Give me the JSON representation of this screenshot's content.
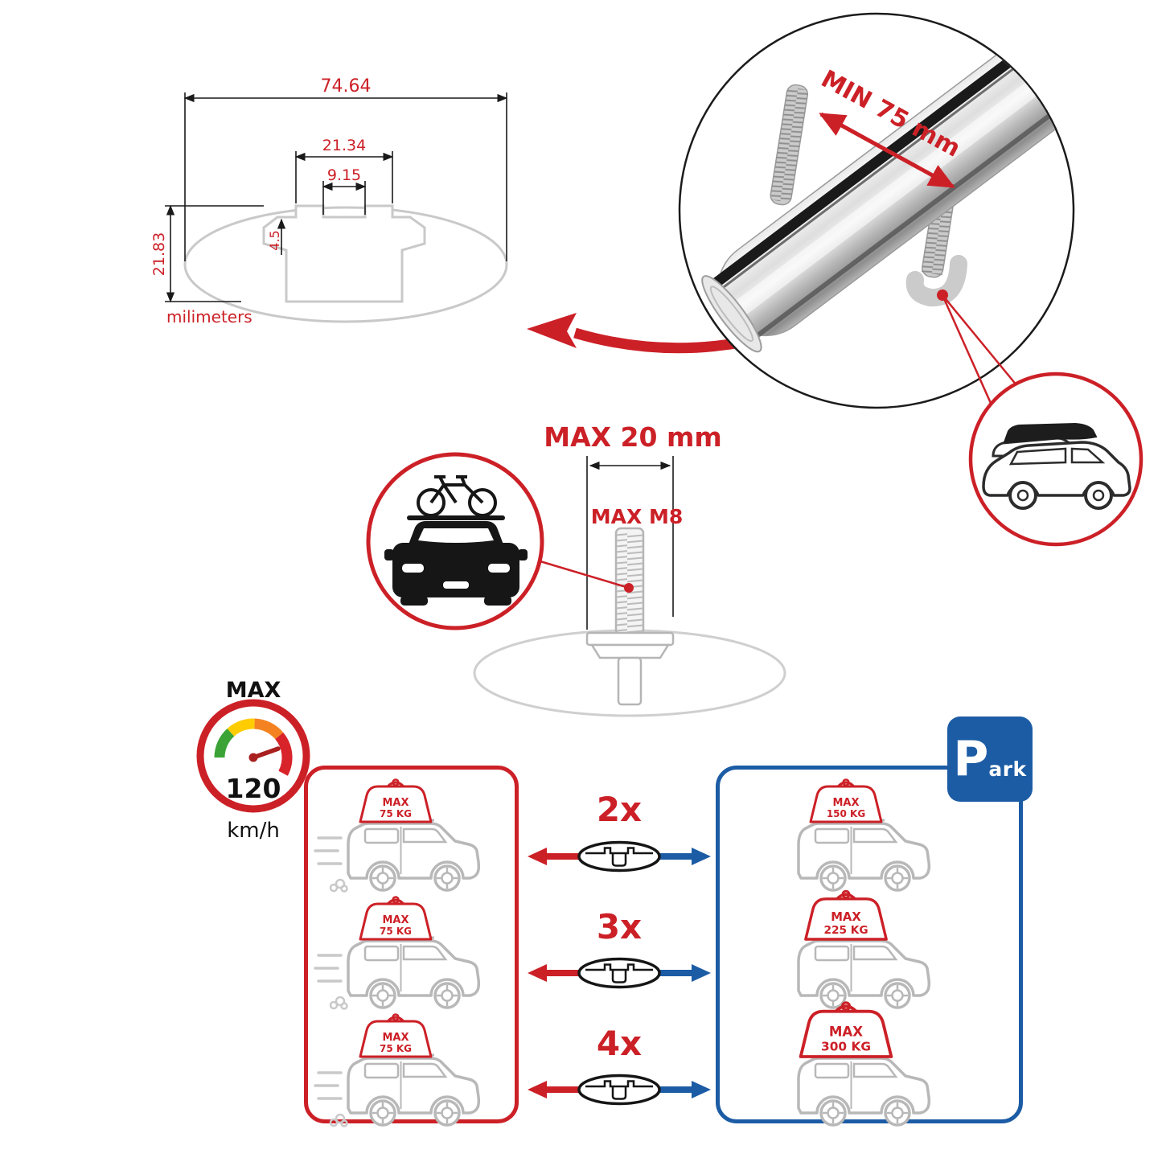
{
  "colors": {
    "accent_red": "#cc2027",
    "accent_blue": "#1c5ca5",
    "line_gray": "#c9c9c9"
  },
  "dimension_diagram": {
    "total_width": "74.64",
    "channel_outer_width": "21.34",
    "channel_inner_width": "9.15",
    "channel_depth": "4.5",
    "profile_height": "21.83",
    "units_label": "milimeters"
  },
  "clamp_detail": {
    "min_grip_label": "MIN 75 mm"
  },
  "bolt_detail": {
    "max_length_label": "MAX 20 mm",
    "max_thread_label": "MAX M8"
  },
  "speed_gauge": {
    "title": "MAX",
    "value": "120",
    "unit": "km/h"
  },
  "bar_count_rows": [
    {
      "label": "2x"
    },
    {
      "label": "3x"
    },
    {
      "label": "4x"
    }
  ],
  "driving_panel": {
    "cars": [
      {
        "load_max": "MAX",
        "load_weight": "75 KG"
      },
      {
        "load_max": "MAX",
        "load_weight": "75 KG"
      },
      {
        "load_max": "MAX",
        "load_weight": "75 KG"
      }
    ]
  },
  "parked_panel": {
    "sign_p": "P",
    "sign_ark": "ark",
    "cars": [
      {
        "load_max": "MAX",
        "load_weight": "150 KG"
      },
      {
        "load_max": "MAX",
        "load_weight": "225 KG"
      },
      {
        "load_max": "MAX",
        "load_weight": "300 KG"
      }
    ]
  }
}
